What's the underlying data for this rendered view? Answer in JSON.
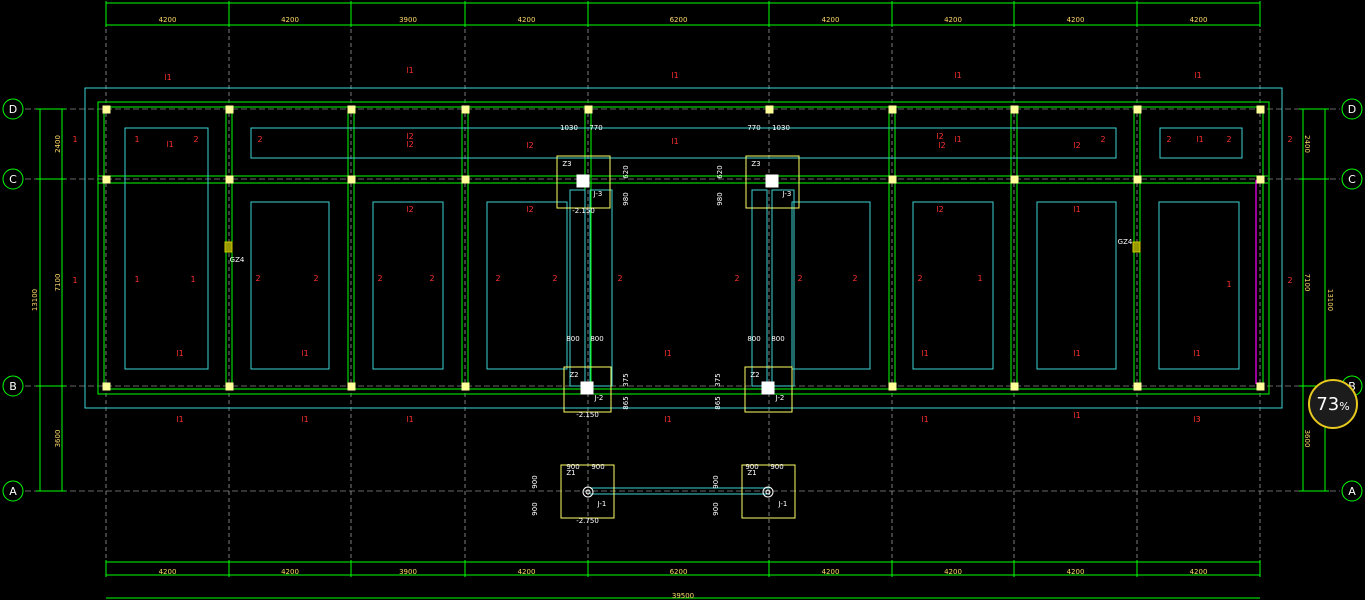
{
  "drawing": {
    "axes_x_count": 10,
    "axes_y": [
      "D",
      "C",
      "B",
      "A"
    ],
    "bay_dims": [
      "4200",
      "4200",
      "3900",
      "4200",
      "6200",
      "4200",
      "4200",
      "4200",
      "4200"
    ],
    "total_dim": "39500",
    "side_dims": [
      "2400",
      "7100",
      "3600"
    ],
    "side_total": "13100",
    "slab_labels": [
      "l1",
      "l1",
      "l1",
      "l1",
      "l1",
      "l1",
      "l2",
      "l2",
      "l1",
      "l2",
      "l1",
      "l2",
      "l1",
      "l2",
      "l2",
      "l2",
      "l1",
      "l2",
      "l2",
      "l1",
      "l1",
      "l1",
      "l1",
      "l1",
      "l1",
      "l1",
      "l1",
      "l1",
      "l1",
      "l1",
      "l3",
      "l1"
    ],
    "edge_numbers": [
      "1",
      "1",
      "2",
      "2",
      "1",
      "2",
      "2",
      "2",
      "2",
      "2",
      "2",
      "2",
      "2",
      "2",
      "2",
      "2",
      "2",
      "2",
      "2",
      "2",
      "2",
      "1",
      "1",
      "1",
      "1"
    ],
    "columns": {
      "z3": "Z3",
      "z2": "Z2",
      "z1": "Z1",
      "gzl": "GZ4"
    },
    "footings": {
      "j1": "J-1",
      "j2": "J-2",
      "j3": "J-3"
    },
    "elevations": {
      "z3": "-2.150",
      "z2": "-2.150",
      "z1": "-2.750"
    },
    "pier_dims": {
      "z3_top": [
        "1030",
        "770",
        "770",
        "1030"
      ],
      "z3_side": [
        "620",
        "980"
      ],
      "z2_top": [
        "800",
        "800",
        "800",
        "800"
      ],
      "z2_side": [
        "375",
        "865"
      ],
      "z1_top": [
        "900",
        "900",
        "900",
        "900"
      ],
      "z1_side": [
        "900",
        "900"
      ]
    },
    "colors": {
      "green": "#00ff00",
      "cyan": "#3cd2d2",
      "yellow": "#ffff66",
      "red": "#ff3030",
      "magenta": "#ff00ff",
      "white": "#ffffff"
    }
  },
  "zoom": {
    "value": "73",
    "unit": "%"
  }
}
